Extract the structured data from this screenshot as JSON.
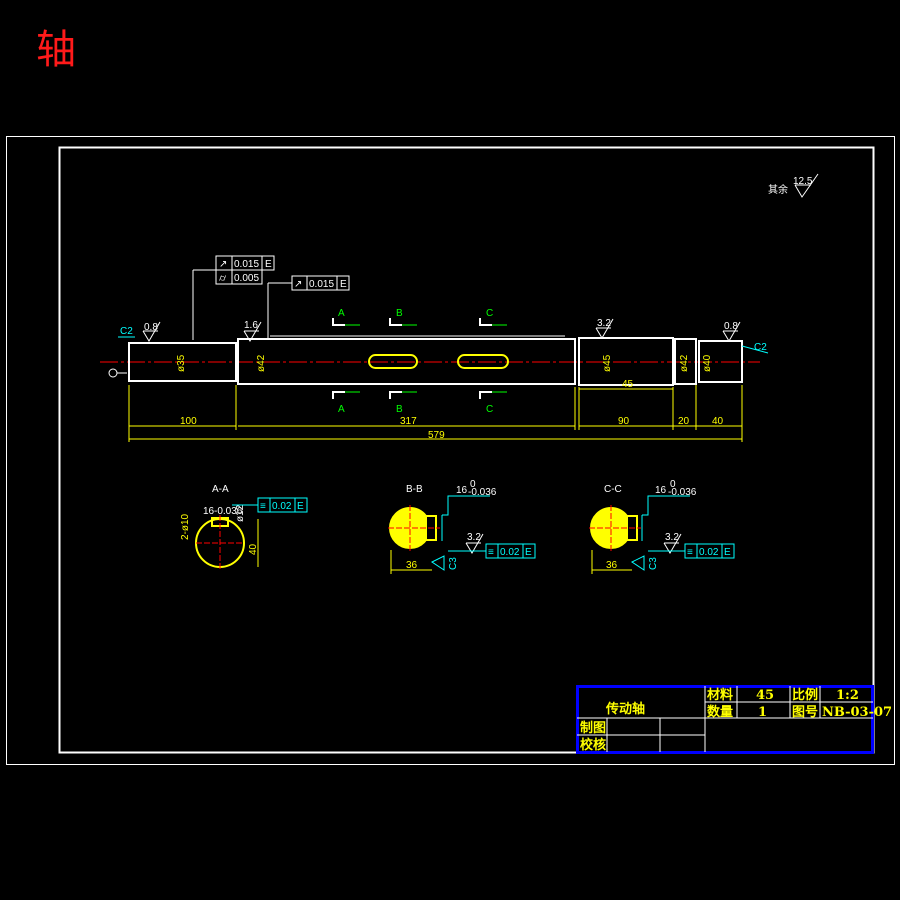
{
  "page_title": "轴",
  "roughness_note": {
    "label": "其余",
    "value": "12.5"
  },
  "tolerances": {
    "runout_1": "0.015",
    "datum_e": "E",
    "cyl_1": "0.005",
    "runout_2": "0.015",
    "sym_aa": "0.02",
    "sym_bb": "0.02",
    "sym_cc": "0.02"
  },
  "roughness": {
    "r1": "0.8",
    "r2": "1.6",
    "r3": "3.2",
    "r4": "0.8",
    "r5": "3.2",
    "r6": "3.2"
  },
  "chamfers": {
    "left": "C2",
    "right": "C2"
  },
  "diameters": {
    "d35": "ø35",
    "d42a": "ø42",
    "d45": "ø45",
    "d42b": "ø42",
    "d40": "ø40"
  },
  "lengths": {
    "l100": "100",
    "l317": "317",
    "l579": "579",
    "l45": "45",
    "l90": "90",
    "l20": "20",
    "l40": "40"
  },
  "section_marks": {
    "a": "A",
    "b": "B",
    "c": "C"
  },
  "sections": [
    {
      "title": "A-A",
      "key_width": "16",
      "key_tol": "-0.036",
      "depth": "40",
      "small": "ø12"
    },
    {
      "title": "B-B",
      "key_width": "16",
      "key_tol_top": "0",
      "key_tol": "-0.036",
      "depth": "36",
      "chamfer": "C3",
      "rough": "3.2"
    },
    {
      "title": "C-C",
      "key_width": "16",
      "key_tol_top": "0",
      "key_tol": "-0.036",
      "depth": "36",
      "chamfer": "C3",
      "rough": "3.2"
    }
  ],
  "title_block": {
    "name": "传动轴",
    "material_label": "材料",
    "material": "45",
    "scale_label": "比例",
    "scale": "1:2",
    "qty_label": "数量",
    "qty": "1",
    "drawing_no_label": "图号",
    "drawing_no": "NB-03-07",
    "drawn_label": "制图",
    "checked_label": "校核"
  },
  "colors": {
    "shaft": "#ffffff",
    "dimension": "#ffff00",
    "annotation": "#00ffff",
    "section": "#00ff00",
    "centerline": "#ff0000",
    "title_block_border": "#0000ff"
  }
}
